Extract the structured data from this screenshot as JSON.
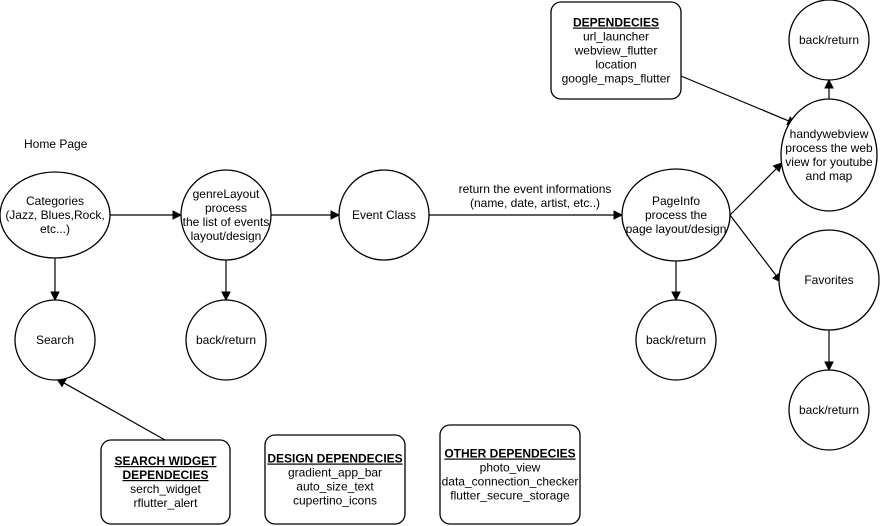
{
  "home_label": "Home Page",
  "nodes": {
    "categories": [
      "Categories",
      "(Jazz, Blues,Rock,",
      "etc...)"
    ],
    "search": [
      "Search"
    ],
    "genre_layout": [
      "genreLayout",
      "process",
      "the list of events",
      "layout/design"
    ],
    "genre_back": [
      "back/return"
    ],
    "event_class": [
      "Event Class"
    ],
    "page_info": [
      "PageInfo",
      "process the",
      "page layout/design"
    ],
    "page_back": [
      "back/return"
    ],
    "handy_webview": [
      "handywebview",
      "process the web",
      "view for youtube",
      "and map"
    ],
    "webview_back": [
      "back/return"
    ],
    "favorites": [
      "Favorites"
    ],
    "favorites_back": [
      "back/return"
    ]
  },
  "edge_label": [
    "return the event informations",
    "(name, date, artist, etc..)"
  ],
  "boxes": {
    "dependencies": {
      "title": [
        "DEPENDECIES"
      ],
      "items": [
        "url_launcher",
        "webview_flutter",
        "location",
        "google_maps_flutter"
      ]
    },
    "search_widget": {
      "title": [
        "SEARCH WIDGET",
        "DEPENDECIES"
      ],
      "items": [
        "serch_widget",
        "rflutter_alert"
      ]
    },
    "design": {
      "title": [
        "DESIGN DEPENDECIES"
      ],
      "items": [
        "gradient_app_bar",
        "auto_size_text",
        "cupertino_icons"
      ]
    },
    "other": {
      "title": [
        "OTHER DEPENDECIES"
      ],
      "items": [
        "photo_view",
        "data_connection_checker",
        "flutter_secure_storage"
      ]
    }
  }
}
